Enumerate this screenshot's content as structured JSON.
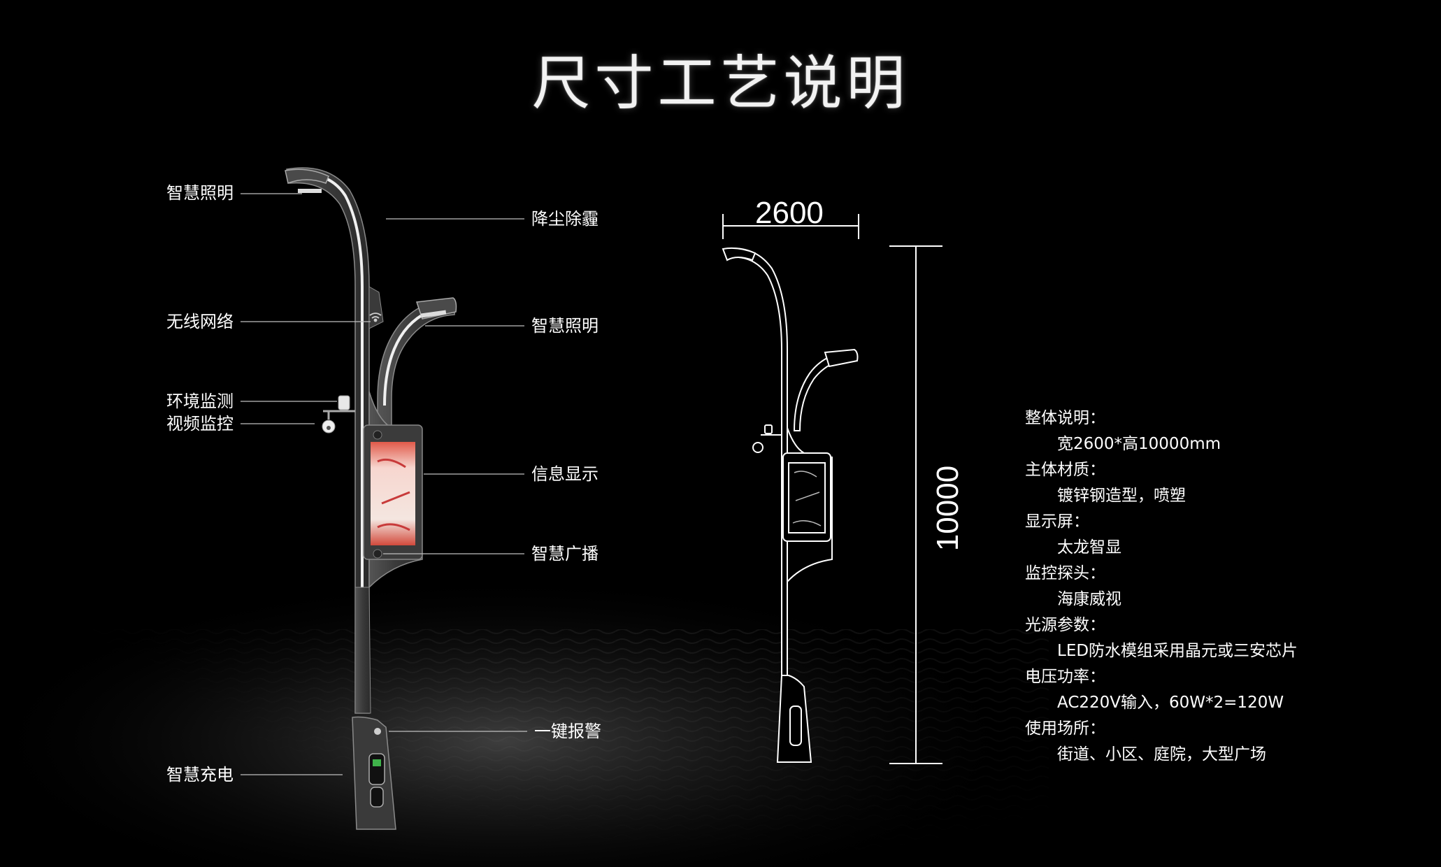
{
  "title": "尺寸工艺说明",
  "colors": {
    "background": "#000000",
    "pole": "#3a3a3a",
    "pole_edge": "#9a9a9a",
    "light_strip": "#f0f0f0",
    "outline": "#ffffff",
    "leader_line": "#bfbfbf",
    "screen_red": "#c83a3a"
  },
  "callouts_left": [
    {
      "label": "智慧照明"
    },
    {
      "label": "无线网络"
    },
    {
      "label": "环境监测"
    },
    {
      "label": "视频监控"
    },
    {
      "label": "智慧充电"
    }
  ],
  "callouts_right": [
    {
      "label": "降尘除霾"
    },
    {
      "label": "智慧照明"
    },
    {
      "label": "信息显示"
    },
    {
      "label": "智慧广播"
    },
    {
      "label": "一键报警"
    }
  ],
  "dimensions": {
    "width": "2600",
    "height": "10000"
  },
  "specs": [
    {
      "label": "整体说明：",
      "value": "宽2600*高10000mm"
    },
    {
      "label": "主体材质：",
      "value": "镀锌钢造型，喷塑"
    },
    {
      "label": "显示屏：",
      "value": "太龙智显"
    },
    {
      "label": "监控探头：",
      "value": "海康威视"
    },
    {
      "label": "光源参数：",
      "value": "LED防水模组采用晶元或三安芯片"
    },
    {
      "label": "电压功率：",
      "value": "AC220V输入，60W*2=120W"
    },
    {
      "label": "使用场所：",
      "value": "街道、小区、庭院，大型广场"
    }
  ],
  "icons": {
    "wifi": "wifi-icon",
    "sensor": "environment-sensor-icon",
    "camera": "dome-camera-icon",
    "charger": "charging-port-icon",
    "alarm": "alarm-button-icon"
  }
}
